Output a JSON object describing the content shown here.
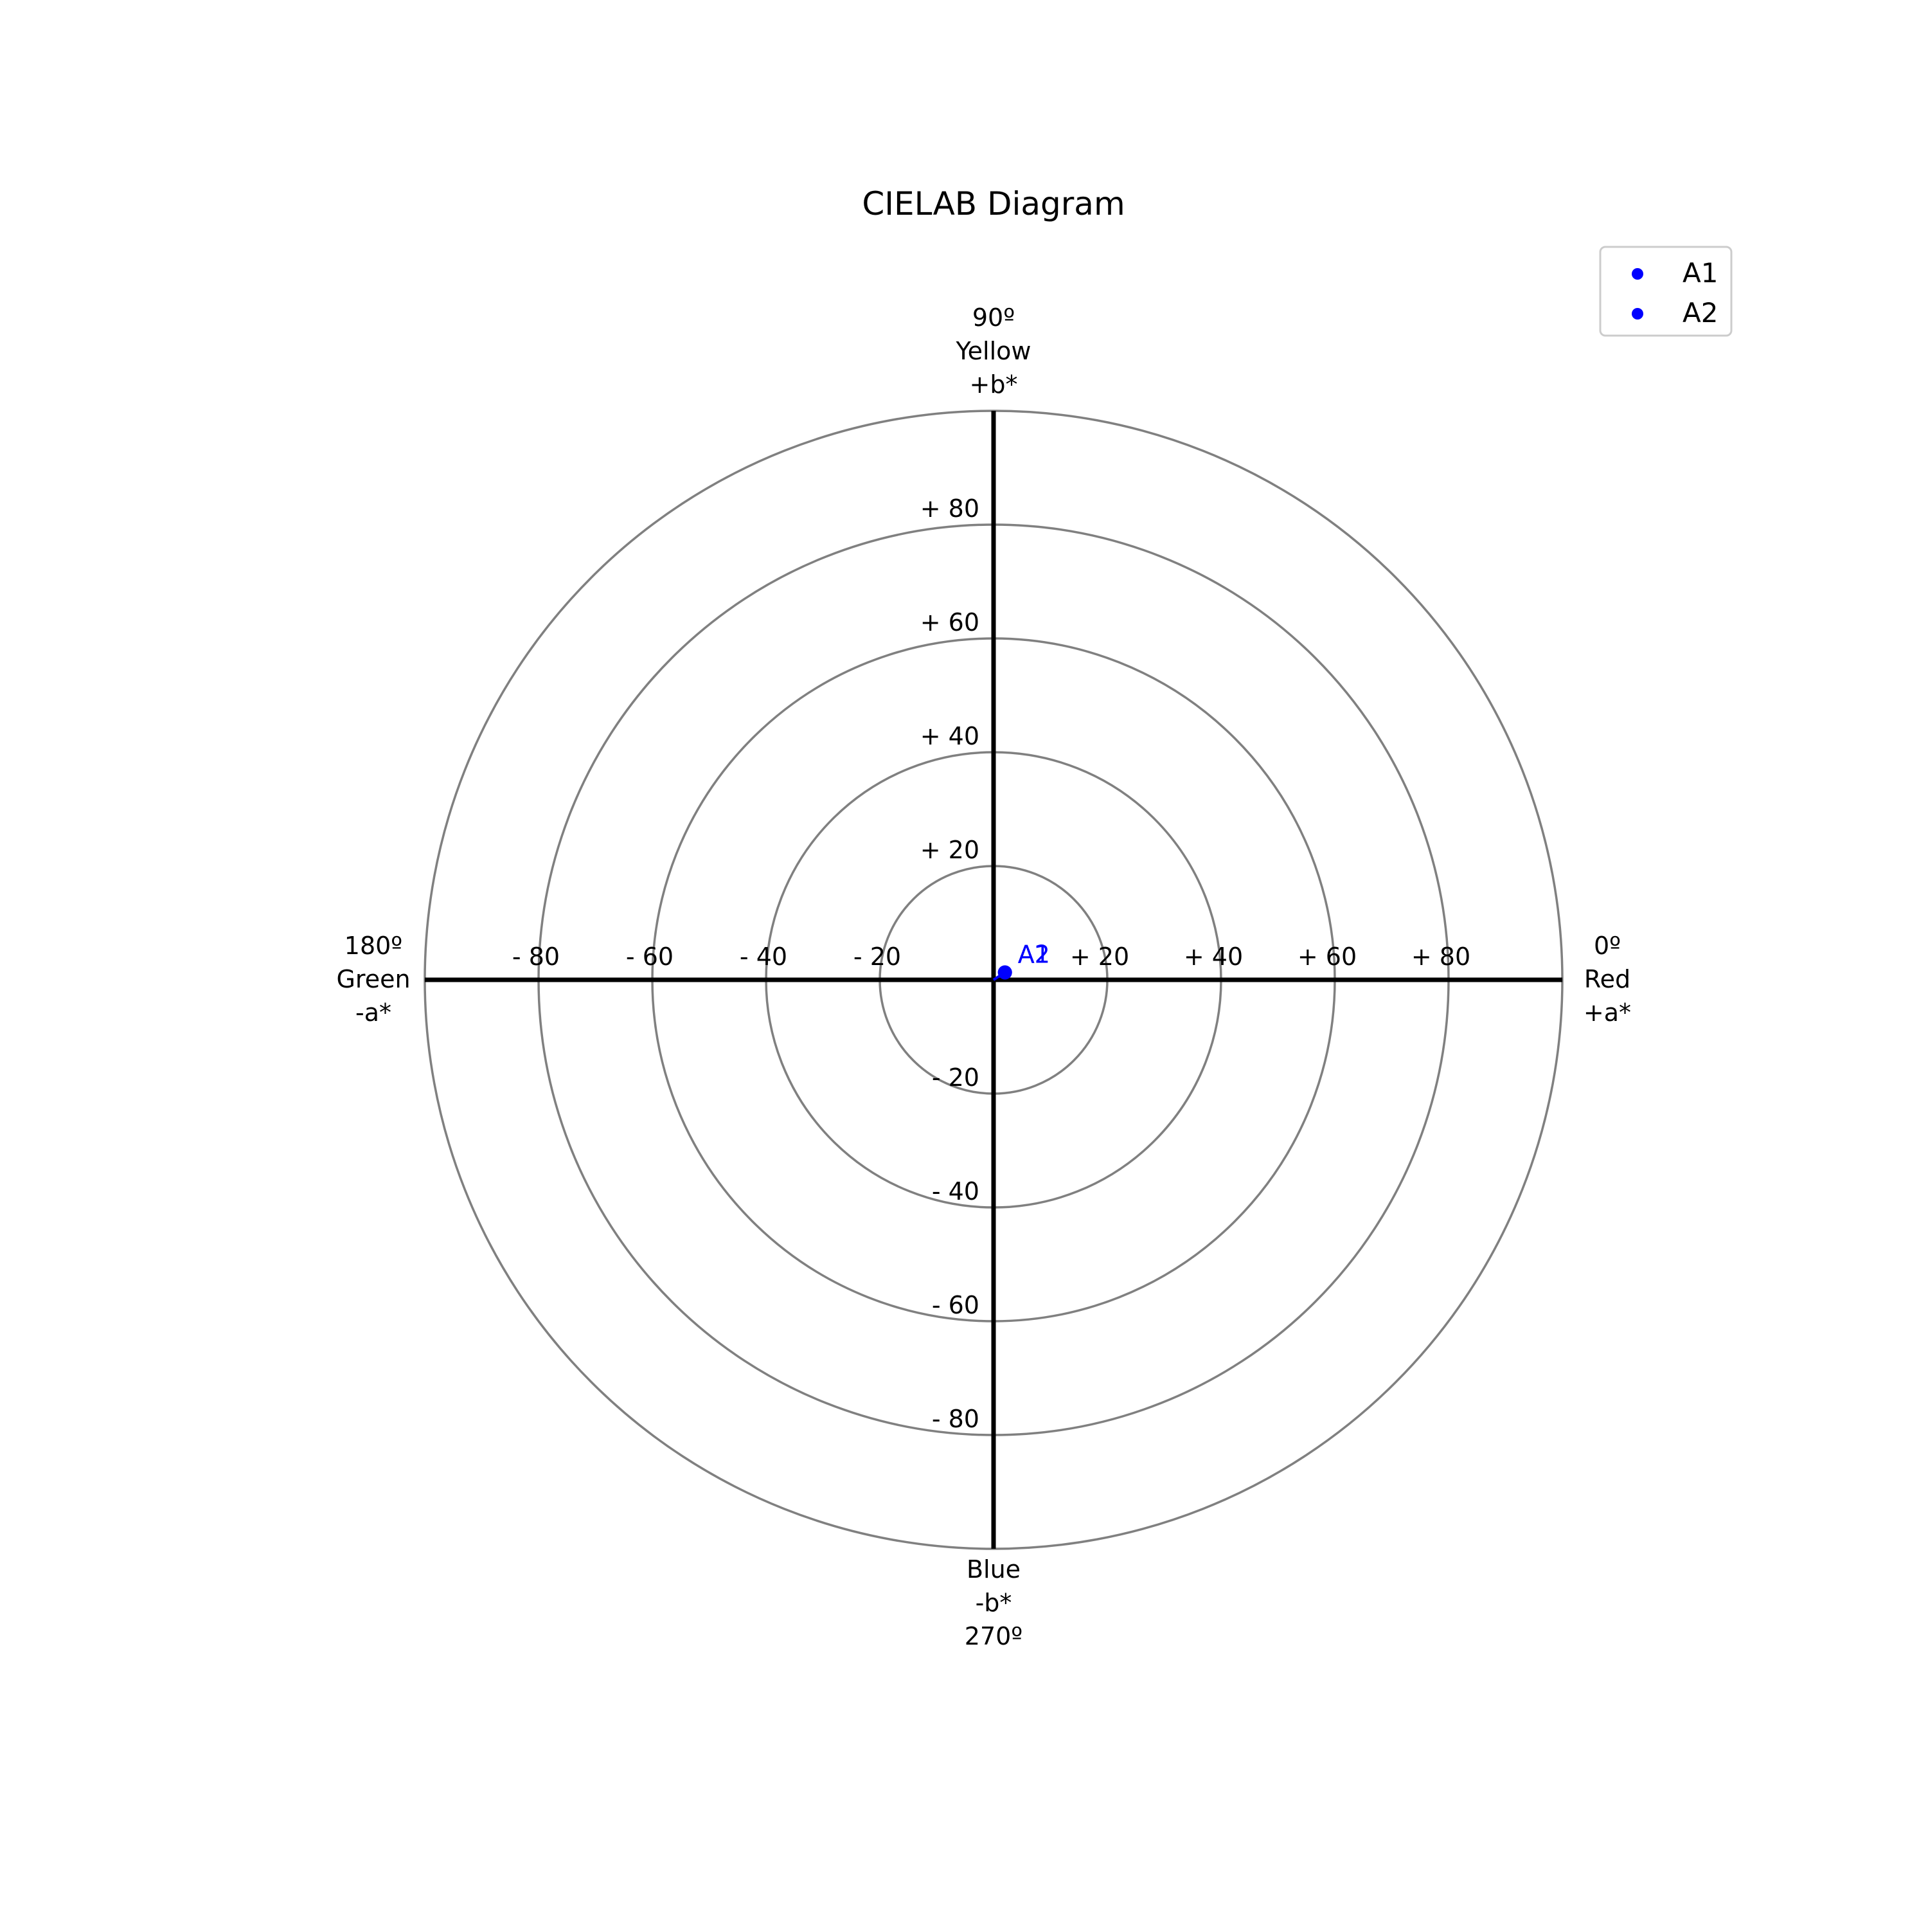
{
  "chart_data": {
    "type": "scatter",
    "title": "CIELAB Diagram",
    "xlabel": "",
    "ylabel": "",
    "xlim": [
      -100,
      100
    ],
    "ylim": [
      -100,
      100
    ],
    "rings": [
      20,
      40,
      60,
      80,
      100
    ],
    "x_ticks": [
      {
        "value": -80,
        "label": "- 80"
      },
      {
        "value": -60,
        "label": "- 60"
      },
      {
        "value": -40,
        "label": "- 40"
      },
      {
        "value": -20,
        "label": "- 20"
      },
      {
        "value": 20,
        "label": "+ 20"
      },
      {
        "value": 40,
        "label": "+ 40"
      },
      {
        "value": 60,
        "label": "+ 60"
      },
      {
        "value": 80,
        "label": "+ 80"
      }
    ],
    "y_ticks": [
      {
        "value": 80,
        "label": "+ 80"
      },
      {
        "value": 60,
        "label": "+ 60"
      },
      {
        "value": 40,
        "label": "+ 40"
      },
      {
        "value": 20,
        "label": "+ 20"
      },
      {
        "value": -20,
        "label": "- 20"
      },
      {
        "value": -40,
        "label": "- 40"
      },
      {
        "value": -60,
        "label": "- 60"
      },
      {
        "value": -80,
        "label": "- 80"
      }
    ],
    "direction_labels": {
      "top": [
        "90º",
        "Yellow",
        "+b*"
      ],
      "right": [
        "0º",
        "Red",
        "+a*"
      ],
      "left": [
        "180º",
        "Green",
        "-a*"
      ],
      "bottom": [
        "Blue",
        "-b*",
        "270º"
      ]
    },
    "series": [
      {
        "name": "A1",
        "color": "#0000ff",
        "points": [
          {
            "a": 2.0,
            "b": 1.3
          }
        ]
      },
      {
        "name": "A2",
        "color": "#0000ff",
        "points": [
          {
            "a": 2.0,
            "b": 1.3
          }
        ]
      }
    ],
    "legend": "top-right",
    "grid": false,
    "colors": {
      "ring": "#808080",
      "axis": "#000000",
      "point": "#0000ff"
    }
  }
}
